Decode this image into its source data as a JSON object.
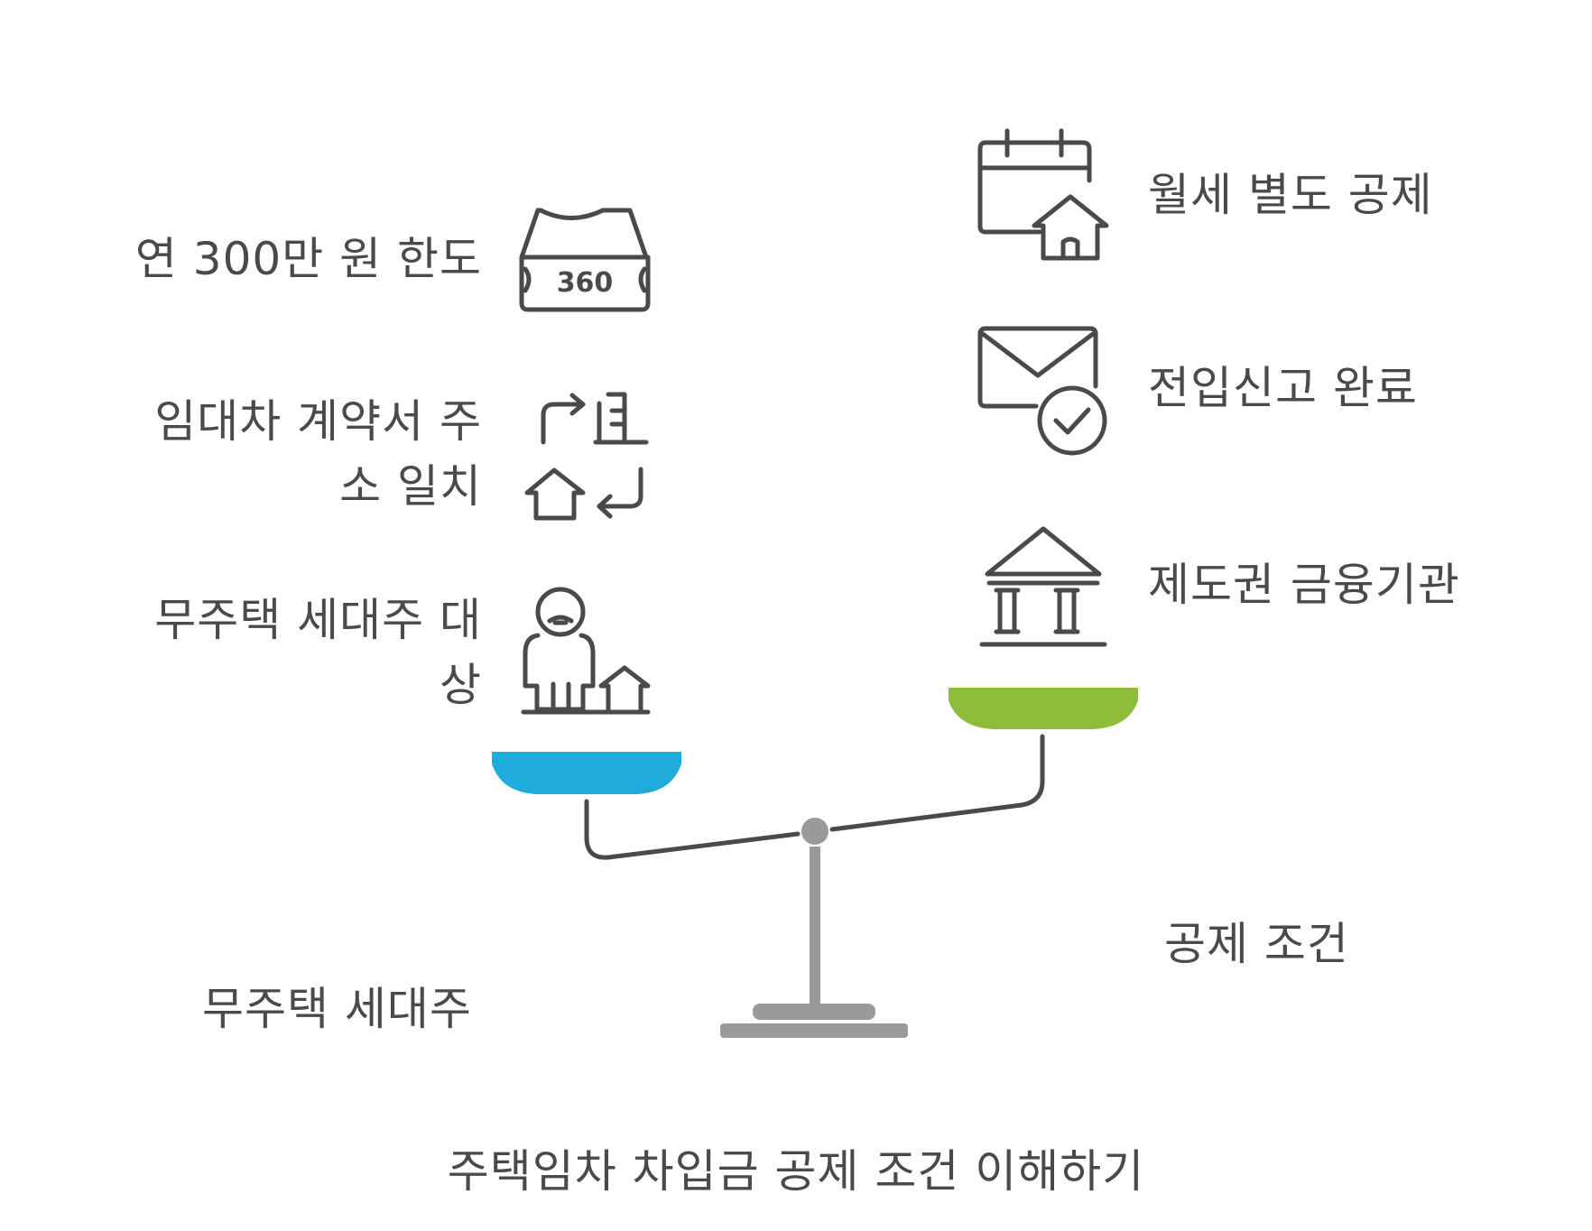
{
  "left_side": {
    "items": [
      {
        "label": "연 300만 원 한도",
        "icon": "360-degree-box-icon"
      },
      {
        "label_line1": "임대차 계약서 주",
        "label_line2": "소 일치",
        "icon": "house-document-exchange-icon"
      },
      {
        "label_line1": "무주택 세대주 대",
        "label_line2": "상",
        "icon": "person-with-house-icon"
      }
    ],
    "caption": "무주택 세대주",
    "pan_color": "#1fabdc"
  },
  "right_side": {
    "items": [
      {
        "label": "월세 별도 공제",
        "icon": "calendar-house-icon"
      },
      {
        "label": "전입신고 완료",
        "icon": "envelope-check-icon"
      },
      {
        "label": "제도권 금융기관",
        "icon": "bank-building-icon"
      }
    ],
    "caption": "공제 조건",
    "pan_color": "#8fbd3b"
  },
  "title": "주택임차 차입금 공제 조건 이해하기",
  "colors": {
    "beam": "#4a4a4a",
    "stand": "#9a9a9a",
    "text": "#4a4a4a"
  }
}
